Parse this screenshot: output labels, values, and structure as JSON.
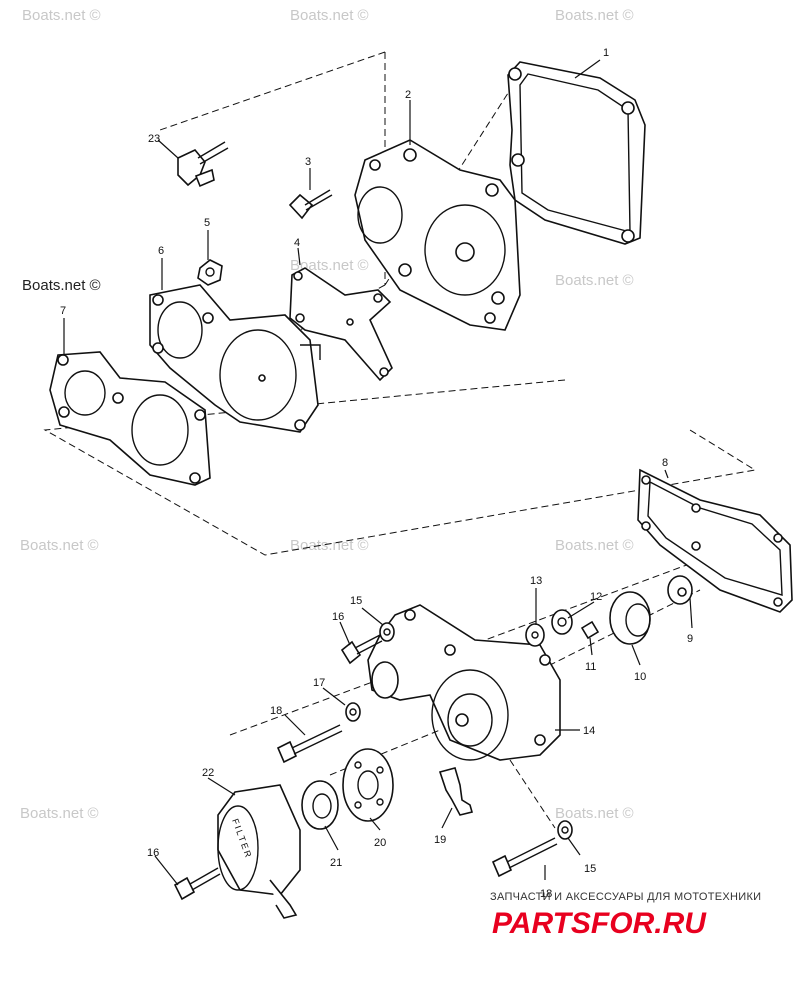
{
  "callouts": {
    "c1": "1",
    "c2": "2",
    "c3": "3",
    "c4": "4",
    "c5": "5",
    "c6": "6",
    "c7": "7",
    "c8": "8",
    "c9": "9",
    "c10": "10",
    "c11": "11",
    "c12": "12",
    "c13": "13",
    "c14": "14",
    "c15a": "15",
    "c15b": "15",
    "c16a": "16",
    "c16b": "16",
    "c17": "17",
    "c18a": "18",
    "c18b": "18",
    "c19": "19",
    "c20": "20",
    "c21": "21",
    "c22": "22",
    "c23": "23"
  },
  "watermark": "Boats.net ©",
  "filter_label": "FILTER",
  "brand": {
    "subtitle": "ЗАПЧАСТИ И АКСЕССУАРЫ ДЛЯ МОТОТЕХНИКИ",
    "name": "PARTSFOR.RU"
  }
}
